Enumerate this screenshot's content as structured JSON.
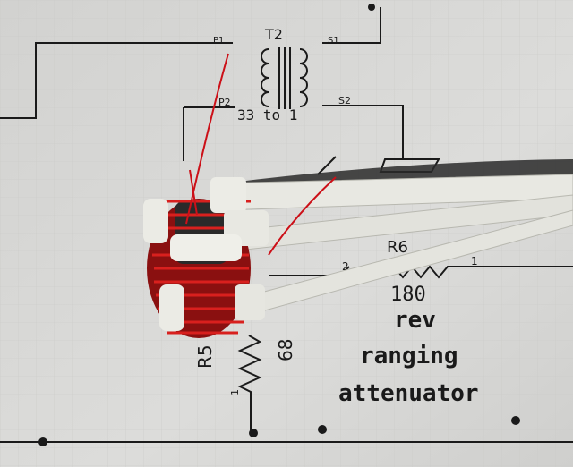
{
  "schematic": {
    "transformer": {
      "ref": "T2",
      "pin_p1": "P1",
      "pin_p2": "P2",
      "pin_s1": "S1",
      "pin_s2": "S2",
      "ratio": "33 to 1"
    },
    "resistor_r6": {
      "ref": "R6",
      "pin_left": "2",
      "pin_right": "1",
      "value": "180"
    },
    "resistor_r5": {
      "ref": "R5",
      "pin": "1",
      "value": "68"
    },
    "caption": {
      "line1": "rev",
      "line2": "ranging",
      "line3": "attenuator"
    }
  },
  "colors": {
    "paper": "#d8d8d6",
    "ink": "#1a1a1a",
    "copper": "#c8141c",
    "tie": "#e6e6e0",
    "core": "#2a2a2a"
  }
}
